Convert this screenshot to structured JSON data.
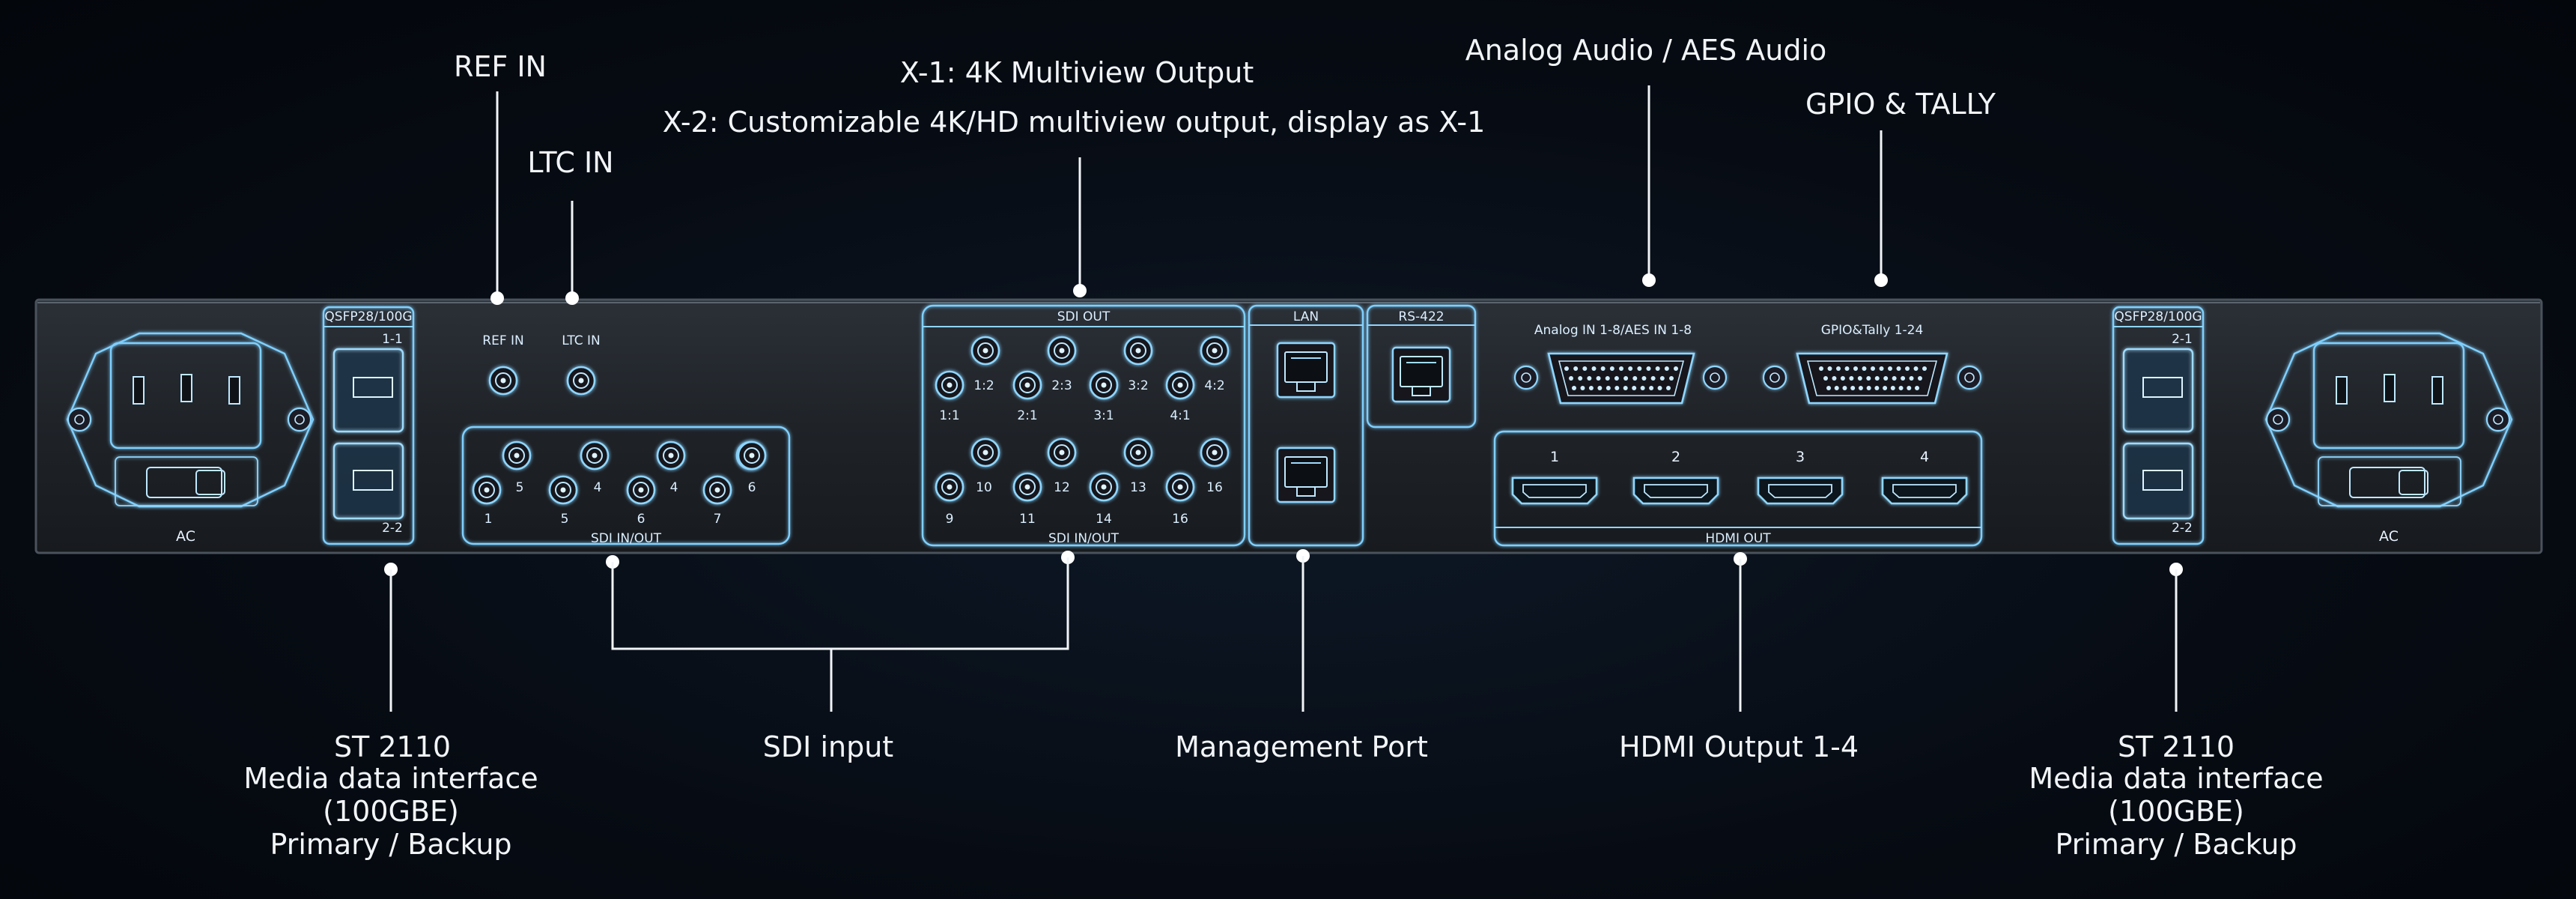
{
  "callouts": {
    "ref_in": "REF IN",
    "ltc_in": "LTC IN",
    "multiview_x1": "X-1: 4K Multiview Output",
    "multiview_x2": "X-2: Customizable 4K/HD multiview output, display as X-1",
    "analog_audio": "Analog Audio / AES Audio",
    "gpio_tally": "GPIO & TALLY",
    "st2110_left": [
      "ST 2110",
      "Media data interface",
      "(100GBE)",
      "Primary / Backup"
    ],
    "sdi_input": "SDI input",
    "management_port": "Management Port",
    "hdmi_output": "HDMI Output 1-4",
    "st2110_right": [
      "ST 2110",
      "Media data interface",
      "(100GBE)",
      "Primary / Backup"
    ]
  },
  "panel": {
    "ac_left": "AC",
    "ac_right": "AC",
    "qsfp_left": {
      "title": "QSFP28/100G",
      "top": "1-1",
      "bottom": "2-2"
    },
    "qsfp_right": {
      "title": "QSFP28/100G",
      "top": "2-1",
      "bottom": "2-2"
    },
    "ref_in": "REF IN",
    "ltc_in": "LTC IN",
    "sdi_inout_left": {
      "title": "SDI IN/OUT",
      "top_numbers": [
        "5",
        "4",
        "4",
        "6"
      ],
      "bottom_numbers": [
        "1",
        "5",
        "6",
        "7"
      ]
    },
    "sdi_out": {
      "title": "SDI OUT",
      "row1_side": [
        "1:2",
        "2:3",
        "3:2",
        "4:2"
      ],
      "row1_below": [
        "1:1",
        "2:1",
        "3:1",
        "4:1"
      ],
      "title_bottom": "SDI IN/OUT",
      "row2_side": [
        "10",
        "12",
        "13",
        "16"
      ],
      "row2_below": [
        "9",
        "11",
        "14",
        "16"
      ]
    },
    "lan": "LAN",
    "rs422": "RS-422",
    "analog_in": "Analog IN 1-8/AES IN 1-8",
    "gpio": "GPIO&Tally 1-24",
    "hdmi": {
      "title": "HDMI OUT",
      "ports": [
        "1",
        "2",
        "3",
        "4"
      ]
    }
  }
}
